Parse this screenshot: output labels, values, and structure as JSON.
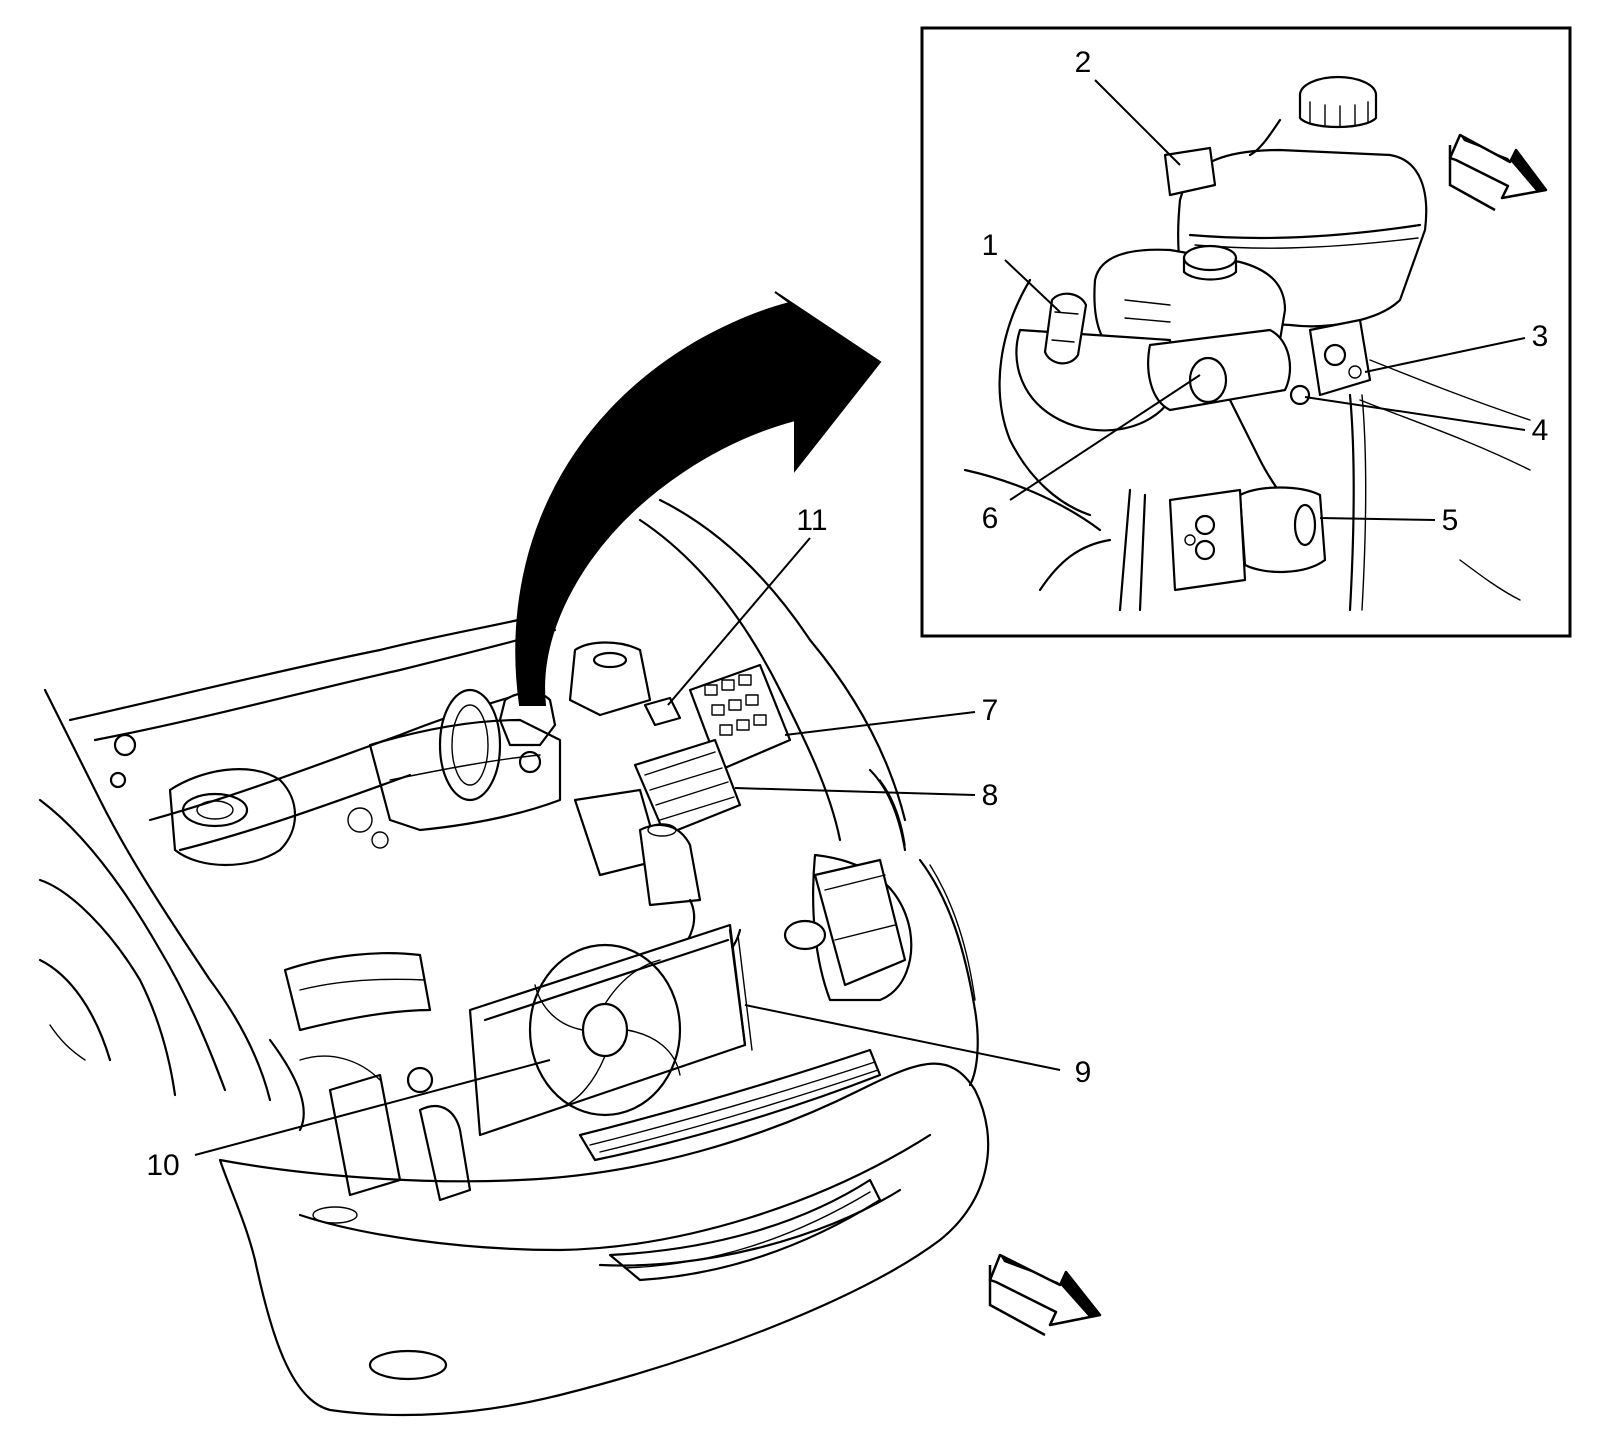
{
  "callouts": {
    "c1": "1",
    "c2": "2",
    "c3": "3",
    "c4": "4",
    "c5": "5",
    "c6": "6",
    "c7": "7",
    "c8": "8",
    "c9": "9",
    "c10": "10",
    "c11": "11"
  },
  "colors": {
    "ink": "#000000",
    "paper": "#ffffff"
  },
  "icons": {
    "detail_arrow": "curved-arrow-icon",
    "direction_arrow_main": "forward-direction-arrow-icon",
    "direction_arrow_inset": "forward-direction-arrow-icon"
  }
}
